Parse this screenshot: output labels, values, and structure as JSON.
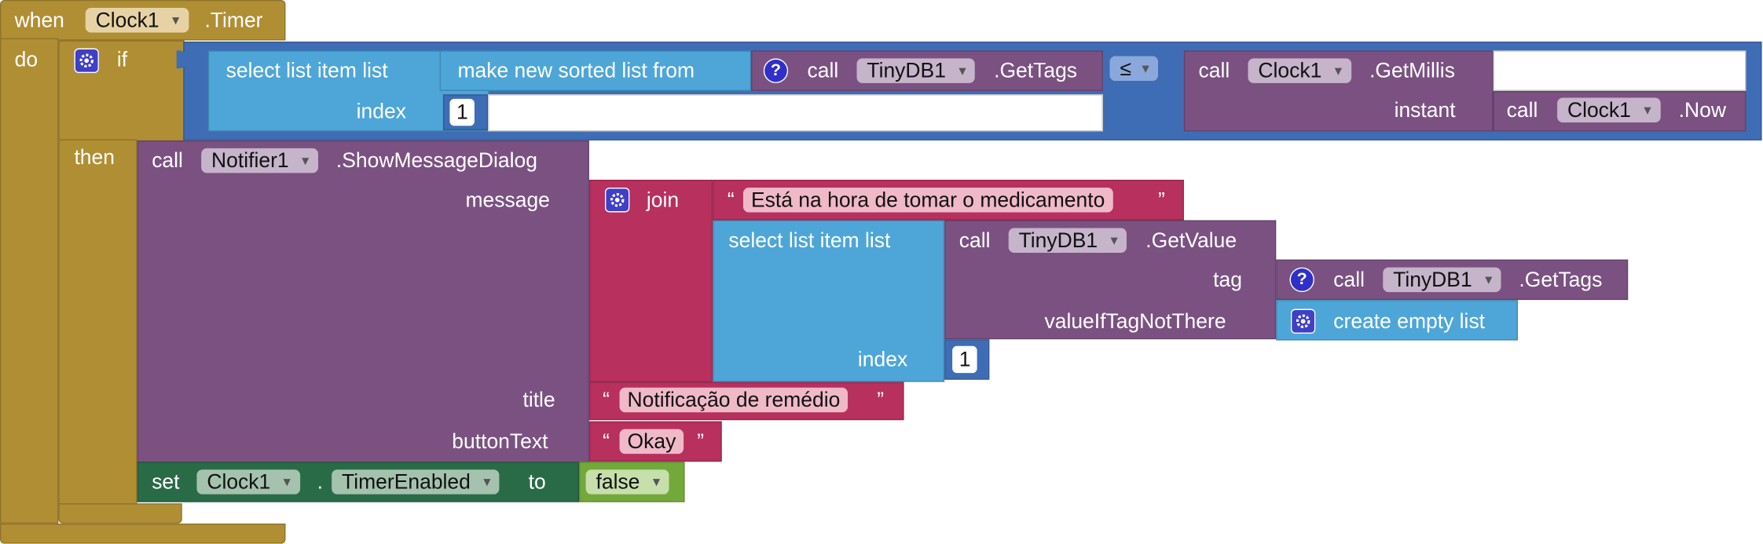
{
  "event": {
    "when_label": "when",
    "component": "Clock1",
    "event_name": ".Timer",
    "do_label": "do"
  },
  "if_block": {
    "if_label": "if",
    "then_label": "then"
  },
  "condition": {
    "select_list_item_label": "select list item  list",
    "index_label": "index",
    "index_value": "1",
    "sorted_list_label": "make new sorted list from",
    "gettags_call_label": "call",
    "gettags_component": "TinyDB1",
    "gettags_method": ".GetTags",
    "operator": "≤",
    "getmillis_call_label": "call",
    "getmillis_component": "Clock1",
    "getmillis_method": ".GetMillis",
    "instant_label": "instant",
    "now_call_label": "call",
    "now_component": "Clock1",
    "now_method": ".Now"
  },
  "dialog": {
    "call_label": "call",
    "component": "Notifier1",
    "method": ".ShowMessageDialog",
    "message_label": "message",
    "join_label": "join",
    "join_text": "Está na hora de tomar o medicamento",
    "select_list_item_label": "select list item  list",
    "index_label": "index",
    "index_value": "1",
    "getvalue_call_label": "call",
    "getvalue_component": "TinyDB1",
    "getvalue_method": ".GetValue",
    "tag_label": "tag",
    "tag_call_label": "call",
    "tag_component": "TinyDB1",
    "tag_method": ".GetTags",
    "value_if_missing_label": "valueIfTagNotThere",
    "empty_list_label": "create empty list",
    "title_label": "title",
    "title_text": "Notificação de remédio",
    "button_text_label": "buttonText",
    "button_text": "Okay"
  },
  "set_block": {
    "set_label": "set",
    "component": "Clock1",
    "dot": ".",
    "property": "TimerEnabled",
    "to_label": "to",
    "value": "false"
  },
  "quote_open": "“",
  "quote_close": "”",
  "colors": {
    "event": "#b08e34",
    "control": "#3e6db5",
    "list": "#4ea6d8",
    "component": "#7b5182",
    "text": "#b8305e",
    "setter": "#2a6b47",
    "logic": "#73a93b"
  }
}
